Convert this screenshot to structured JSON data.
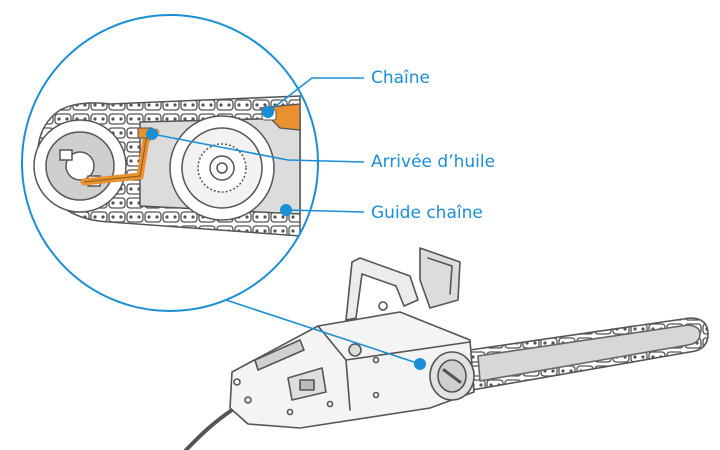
{
  "labels": {
    "chain": "Chaîne",
    "oil_inlet": "Arrivée d’huile",
    "guide_bar": "Guide chaîne"
  },
  "colors": {
    "accent": "#1a8fd6",
    "line": "#555555",
    "fill_light": "#ffffff",
    "fill_grey": "#dcdcdc",
    "fill_mid": "#bfbfbf",
    "copper": "#e8912e"
  },
  "icons": {
    "magnifier": "zoom-circle",
    "callout_marker": "dot"
  }
}
